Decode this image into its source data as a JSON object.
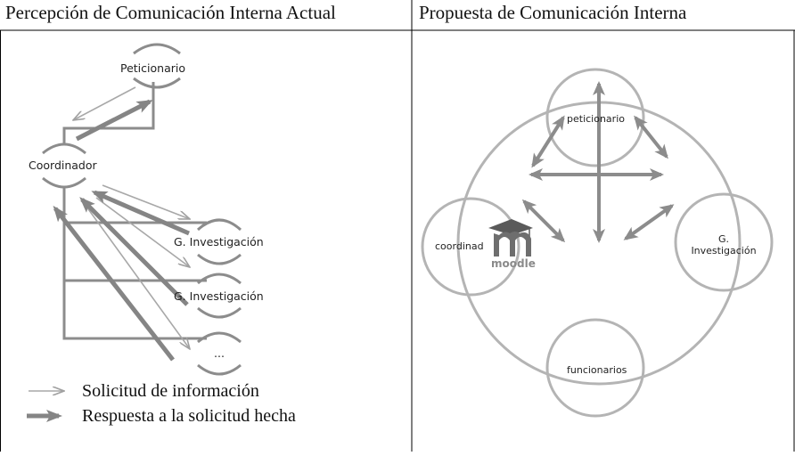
{
  "table": {
    "left_title": "Percepción de Comunicación Interna Actual",
    "right_title": "Propuesta de Comunicación Interna"
  },
  "left_diagram": {
    "nodes": {
      "peticionario": "Peticionario",
      "coordinador": "Coordinador",
      "g_investigacion_1": "G. Investigación",
      "g_investigacion_2": "G. Investigación",
      "ellipsis": "..."
    },
    "legend": {
      "request": "Solicitud de información",
      "response": "Respuesta a la solicitud hecha"
    }
  },
  "right_diagram": {
    "nodes": {
      "peticionario": "peticionario",
      "coordinador": "coordinad",
      "g_investigacion": "G. Investigación",
      "funcionarios": "funcionarios"
    },
    "logo_text": "moodle"
  },
  "colors": {
    "line": "#8c8c8c",
    "thin_line": "#a8a8a8",
    "circle": "#b4b4b4",
    "border": "#000000"
  }
}
